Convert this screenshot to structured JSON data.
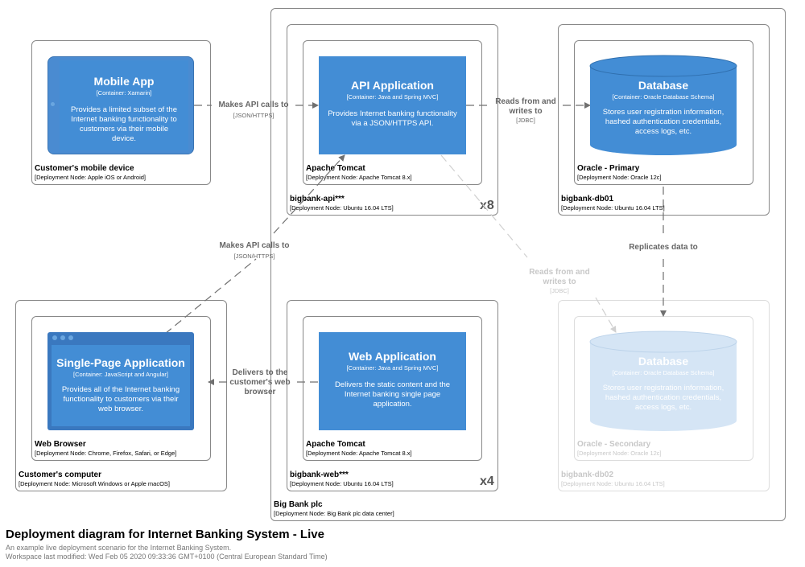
{
  "diagram": {
    "title": "Deployment diagram for Internet Banking System - Live",
    "description": "An example live deployment scenario for the Internet Banking System.",
    "modified": "Workspace last modified: Wed Feb 05 2020 09:33:36 GMT+0100 (Central European Standard Time)"
  },
  "nodes": {
    "big_bank": {
      "name": "Big Bank plc",
      "tech": "[Deployment Node: Big Bank plc data center]"
    },
    "bigbank_api": {
      "name": "bigbank-api***",
      "tech": "[Deployment Node: Ubuntu 16.04 LTS]",
      "multiplier": "x8"
    },
    "tomcat_api": {
      "name": "Apache Tomcat",
      "tech": "[Deployment Node: Apache Tomcat 8.x]"
    },
    "bigbank_db01": {
      "name": "bigbank-db01",
      "tech": "[Deployment Node: Ubuntu 16.04 LTS]"
    },
    "oracle_primary": {
      "name": "Oracle - Primary",
      "tech": "[Deployment Node: Oracle 12c]"
    },
    "bigbank_web": {
      "name": "bigbank-web***",
      "tech": "[Deployment Node: Ubuntu 16.04 LTS]",
      "multiplier": "x4"
    },
    "tomcat_web": {
      "name": "Apache Tomcat",
      "tech": "[Deployment Node: Apache Tomcat 8.x]"
    },
    "bigbank_db02": {
      "name": "bigbank-db02",
      "tech": "[Deployment Node: Ubuntu 16.04 LTS]"
    },
    "oracle_secondary": {
      "name": "Oracle - Secondary",
      "tech": "[Deployment Node: Oracle 12c]"
    },
    "mobile_device": {
      "name": "Customer's mobile device",
      "tech": "[Deployment Node: Apple iOS or Android]"
    },
    "customer_computer": {
      "name": "Customer's computer",
      "tech": "[Deployment Node: Microsoft Windows or Apple macOS]"
    },
    "web_browser": {
      "name": "Web Browser",
      "tech": "[Deployment Node: Chrome, Firefox, Safari, or Edge]"
    }
  },
  "containers": {
    "mobile_app": {
      "name": "Mobile App",
      "tech": "[Container: Xamarin]",
      "desc": "Provides a limited subset of the Internet banking functionality to customers via their mobile device."
    },
    "api_app": {
      "name": "API Application",
      "tech": "[Container: Java and Spring MVC]",
      "desc": "Provides Internet banking functionality via a JSON/HTTPS API."
    },
    "database": {
      "name": "Database",
      "tech": "[Container: Oracle Database Schema]",
      "desc": "Stores user registration information, hashed authentication credentials, access logs, etc."
    },
    "database_secondary": {
      "name": "Database",
      "tech": "[Container: Oracle Database Schema]",
      "desc": "Stores user registration information, hashed authentication credentials, access logs, etc."
    },
    "spa": {
      "name": "Single-Page Application",
      "tech": "[Container: JavaScript and Angular]",
      "desc": "Provides all of the Internet banking functionality to customers via their web browser."
    },
    "web_app": {
      "name": "Web Application",
      "tech": "[Container: Java and Spring MVC]",
      "desc": "Delivers the static content and the Internet banking single page application."
    }
  },
  "relationships": {
    "mobile_api": {
      "label": "Makes API calls to",
      "tech": "[JSON/HTTPS]"
    },
    "api_db": {
      "label": "Reads from and writes to",
      "tech": "[JDBC]"
    },
    "replicates": {
      "label": "Replicates data to",
      "tech": ""
    },
    "spa_api": {
      "label": "Makes API calls to",
      "tech": "[JSON/HTTPS]"
    },
    "api_db2": {
      "label": "Reads from and writes to",
      "tech": "[JDBC]"
    },
    "web_spa": {
      "label": "Delivers to the customer's web browser",
      "tech": ""
    }
  },
  "colors": {
    "container": "#438dd5",
    "faded_container": "#d5e5f5",
    "border": "#888888",
    "edge": "#707070"
  }
}
